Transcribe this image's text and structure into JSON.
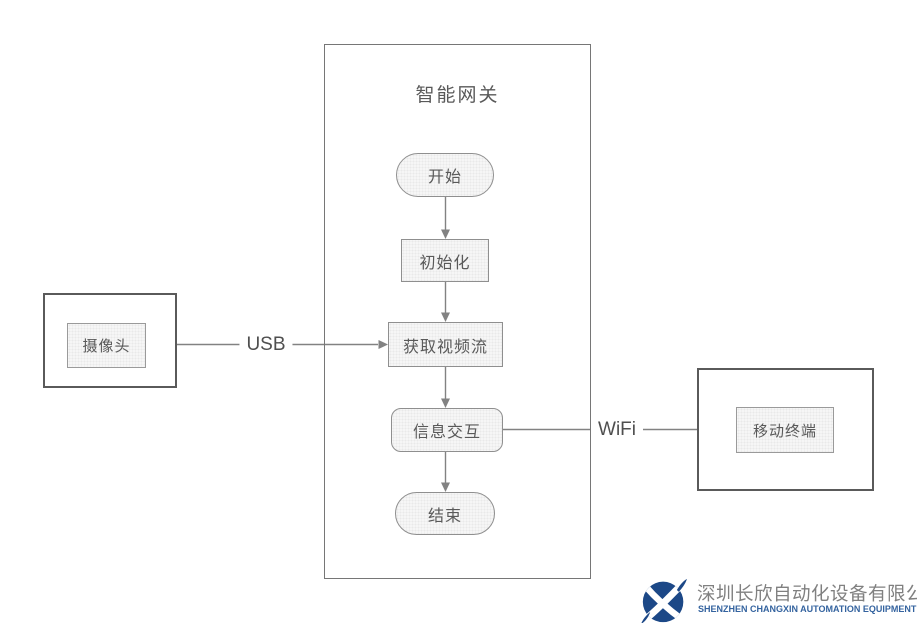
{
  "diagram": {
    "gateway": {
      "title": "智能网关",
      "nodes": [
        {
          "id": "start",
          "label": "开始",
          "shape": "stadium"
        },
        {
          "id": "initialize",
          "label": "初始化",
          "shape": "rectangle"
        },
        {
          "id": "get-video-stream",
          "label": "获取视频流",
          "shape": "rectangle"
        },
        {
          "id": "info-exchange",
          "label": "信息交互",
          "shape": "rounded-rectangle"
        },
        {
          "id": "end",
          "label": "结束",
          "shape": "stadium"
        }
      ]
    },
    "external_devices": [
      {
        "id": "camera",
        "label": "摄像头",
        "side": "left"
      },
      {
        "id": "mobile-terminal",
        "label": "移动终端",
        "side": "right"
      }
    ],
    "connections": [
      {
        "from": "camera",
        "to": "get-video-stream",
        "label": "USB"
      },
      {
        "from": "info-exchange",
        "to": "mobile-terminal",
        "label": "WiFi"
      },
      {
        "from": "start",
        "to": "initialize",
        "label": ""
      },
      {
        "from": "initialize",
        "to": "get-video-stream",
        "label": ""
      },
      {
        "from": "get-video-stream",
        "to": "info-exchange",
        "label": ""
      },
      {
        "from": "info-exchange",
        "to": "end",
        "label": ""
      }
    ],
    "colors": {
      "node_border": "#8f8f8f",
      "node_fill": "#f7f7f7",
      "device_border": "#5a5a5a",
      "line": "#828282",
      "text": "#595959"
    }
  },
  "footer": {
    "company_name_cn": "深圳长欣自动化设备有限公司",
    "company_name_en": "SHENZHEN CHANGXIN AUTOMATION EQUIPMENT CO. LTD",
    "logo_color": "#1c4887",
    "company_cn_color": "#808080",
    "company_en_color": "#34639f"
  }
}
